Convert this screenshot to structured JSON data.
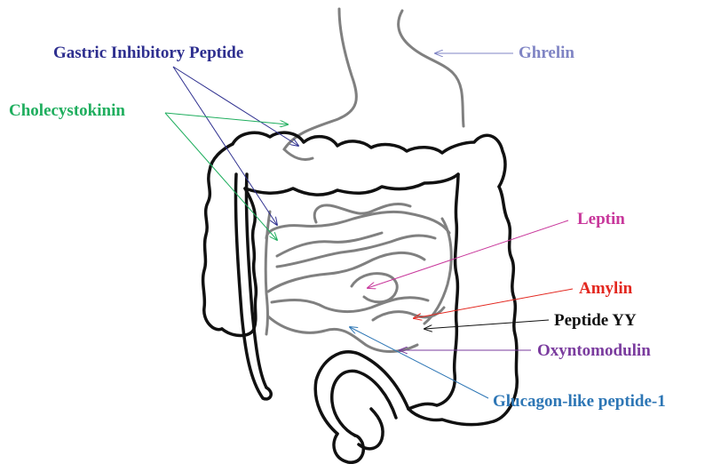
{
  "labels": {
    "gip": "Gastric Inhibitory Peptide",
    "ghrelin": "Ghrelin",
    "cck": "Cholecystokinin",
    "leptin": "Leptin",
    "amylin": "Amylin",
    "pyy": "Peptide YY",
    "oxm": "Oxyntomodulin",
    "glp1": "Glucagon-like peptide-1"
  },
  "colors": {
    "gip": "#2e2f8f",
    "ghrelin": "#7f84c4",
    "cck": "#1fae5e",
    "leptin": "#c8379b",
    "amylin": "#e3271f",
    "pyy": "#111111",
    "oxm": "#7a3b9e",
    "glp1": "#2d76b5"
  }
}
